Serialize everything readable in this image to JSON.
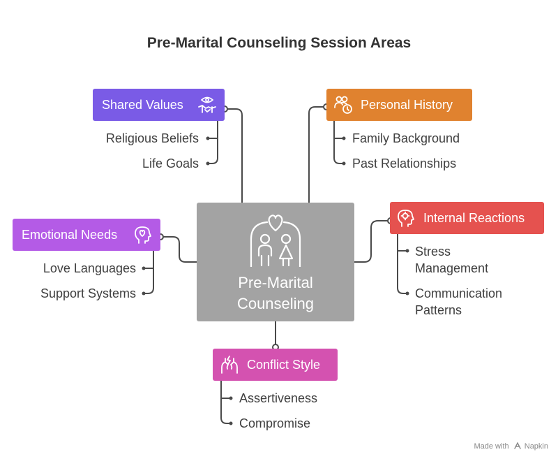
{
  "title": "Pre-Marital Counseling Session Areas",
  "center": {
    "label_line1": "Pre-Marital",
    "label_line2": "Counseling",
    "icon": "couple-heart-icon"
  },
  "categories": {
    "shared_values": {
      "label": "Shared Values",
      "color": "#7a5be6",
      "icon": "eye-handshake-icon",
      "items": [
        "Religious Beliefs",
        "Life Goals"
      ]
    },
    "personal_history": {
      "label": "Personal History",
      "color": "#e0822f",
      "icon": "people-clock-icon",
      "items": [
        "Family Background",
        "Past Relationships"
      ]
    },
    "emotional_needs": {
      "label": "Emotional Needs",
      "color": "#b45be6",
      "icon": "head-heart-icon",
      "items": [
        "Love Languages",
        "Support Systems"
      ]
    },
    "internal_reactions": {
      "label": "Internal Reactions",
      "color": "#e5524f",
      "icon": "head-gears-icon",
      "items": [
        "Stress",
        "Management",
        "Communication",
        "Patterns"
      ]
    },
    "conflict_style": {
      "label": "Conflict Style",
      "color": "#d452b0",
      "icon": "conflict-hands-icon",
      "items": [
        "Assertiveness",
        "Compromise"
      ]
    }
  },
  "footer": {
    "made_with": "Made with",
    "brand": "Napkin"
  }
}
